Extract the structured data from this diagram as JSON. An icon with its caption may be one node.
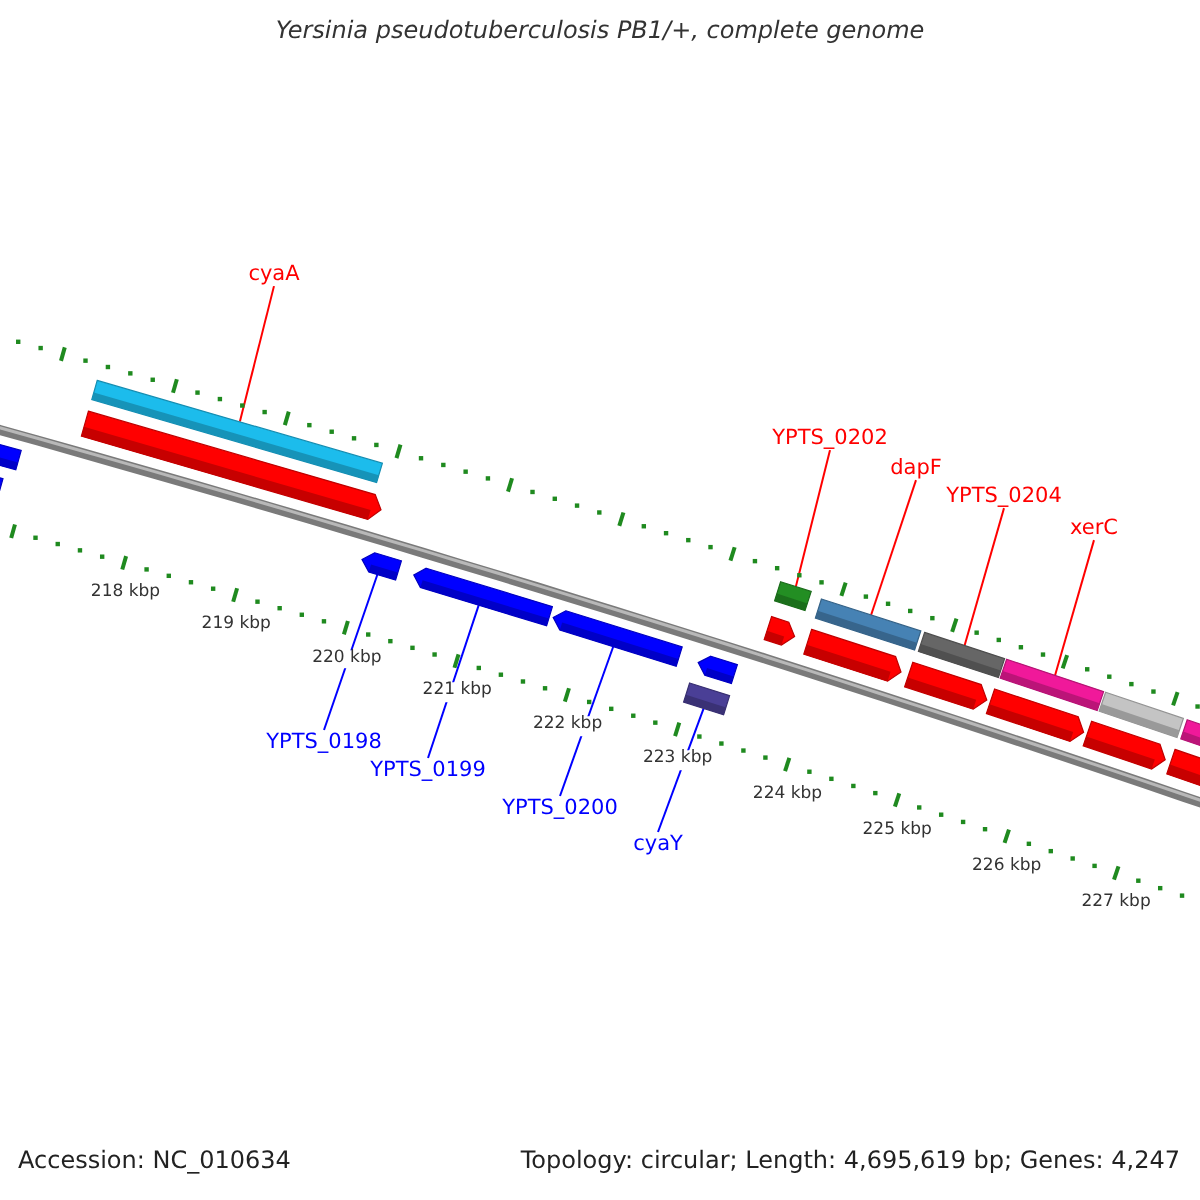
{
  "diagram": {
    "title": "Yersinia pseudotuberculosis PB1/+, complete genome",
    "nodes": [
      {
        "text": [
          "cyaA"
        ]
      },
      {
        "text": [],
        "shape": "bar"
      },
      {
        "text": [
          "YPTS_0198"
        ]
      },
      {
        "text": [],
        "shape": "bar"
      },
      {
        "text": [
          "YPTS_0199"
        ]
      },
      {
        "text": [],
        "shape": "bar"
      },
      {
        "text": [
          "YPTS_0200"
        ]
      },
      {
        "text": [],
        "shape": "bar"
      },
      {
        "text": [
          "cyaY"
        ]
      },
      {
        "text": [],
        "shape": "bar"
      },
      {
        "text": [
          "YPTS_0202"
        ]
      },
      {
        "text": [],
        "shape": "bar"
      },
      {
        "text": [
          "dapF"
        ]
      },
      {
        "text": [],
        "shape": "bar"
      },
      {
        "text": [
          "YPTS_0204"
        ]
      },
      {
        "text": [],
        "shape": "bar"
      },
      {
        "text": [
          "xerC"
        ]
      },
      {
        "text": [],
        "shape": "bar"
      },
      {
        "text": [],
        "shape": "bar"
      },
      {
        "text": [],
        "shape": "bar"
      },
      {
        "text": [],
        "shape": "bar"
      },
      {
        "text": [],
        "shape": "bar"
      },
      {
        "text": [],
        "shape": "bar"
      },
      {
        "text": [],
        "shape": "bar"
      },
      {
        "text": [],
        "shape": "bar"
      },
      {
        "text": [],
        "shape": "bar"
      },
      {
        "text": [],
        "shape": "bar"
      },
      {
        "text": [],
        "shape": "bar"
      },
      {
        "text": [],
        "shape": "bar"
      },
      {
        "text": [],
        "shape": "bar"
      }
    ],
    "edges": [
      {
        "from": 0,
        "to": 1,
        "arrow": "none"
      },
      {
        "from": 2,
        "to": 3,
        "arrow": "none",
        "color": "#0000ff"
      },
      {
        "from": 4,
        "to": 5,
        "arrow": "none",
        "color": "#0000ff"
      },
      {
        "from": 6,
        "to": 7,
        "arrow": "none",
        "color": "#0000ff"
      },
      {
        "from": 8,
        "to": 9,
        "arrow": "none",
        "color": "#0000ff"
      },
      {
        "from": 10,
        "to": 11,
        "arrow": "none"
      },
      {
        "from": 12,
        "to": 13,
        "arrow": "none"
      },
      {
        "from": 14,
        "to": 15,
        "arrow": "none"
      },
      {
        "from": 16,
        "to": 17,
        "arrow": "none"
      }
    ],
    "labels": [
      "218 kbp",
      "219 kbp",
      "220 kbp",
      "221 kbp",
      "222 kbp",
      "223 kbp",
      "224 kbp",
      "225 kbp",
      "226 kbp",
      "227 kbp",
      "Accession: NC_010634",
      "Topology: circular; Length: 4,695,619 bp; Genes: 4,247"
    ]
  }
}
